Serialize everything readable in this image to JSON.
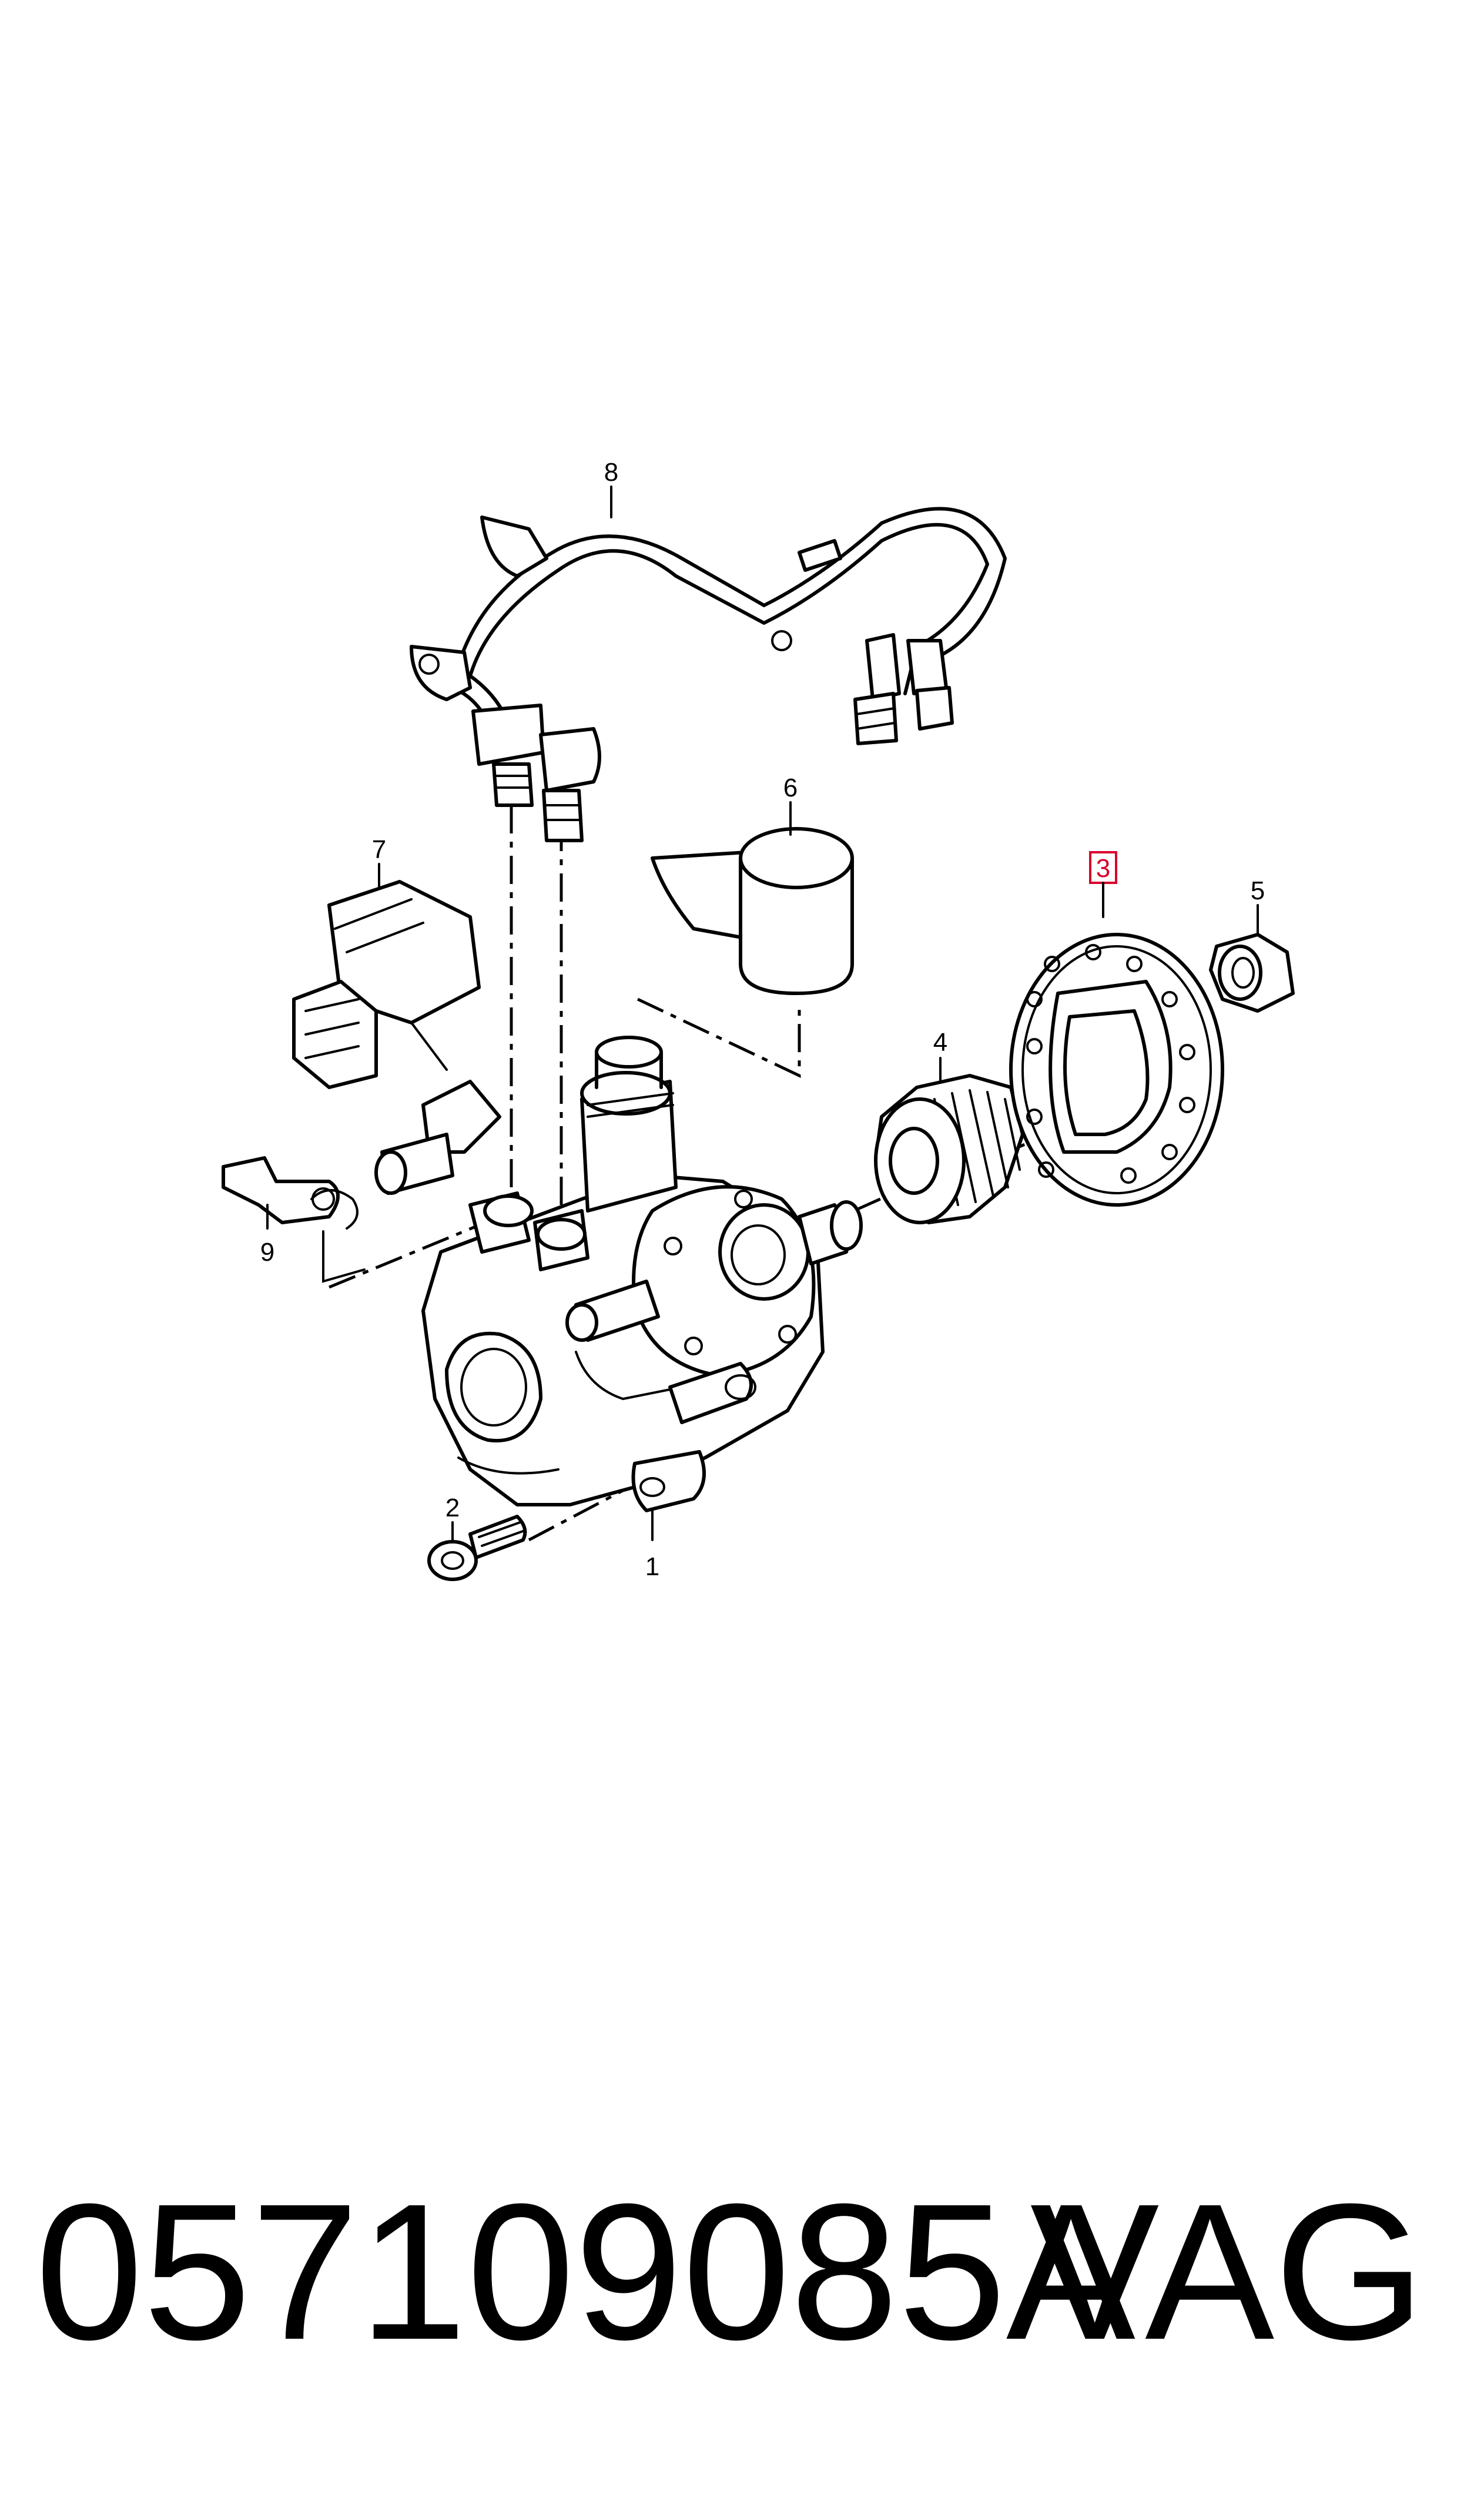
{
  "diagram": {
    "callouts": [
      {
        "id": "1",
        "label": "1"
      },
      {
        "id": "2",
        "label": "2"
      },
      {
        "id": "3",
        "label": "3",
        "highlighted": true
      },
      {
        "id": "4",
        "label": "4"
      },
      {
        "id": "5",
        "label": "5"
      },
      {
        "id": "6",
        "label": "6"
      },
      {
        "id": "7",
        "label": "7"
      },
      {
        "id": "8",
        "label": "8"
      },
      {
        "id": "9",
        "label": "9"
      }
    ],
    "highlight_color": "#d9002b",
    "line_color": "#000000"
  },
  "footer": {
    "part_number": "057109085A",
    "brand": "VAG"
  }
}
